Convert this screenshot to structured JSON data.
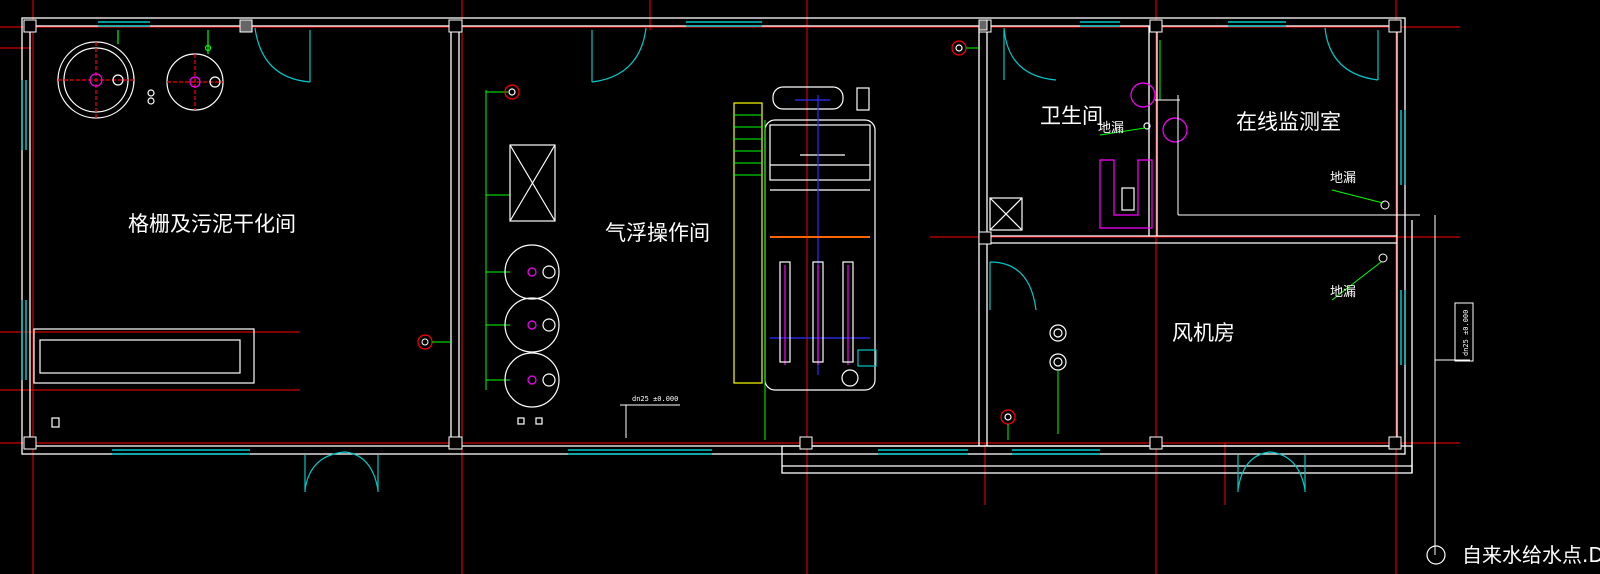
{
  "colors": {
    "background": "#000000",
    "wall": "#ffffff",
    "axis": "#ff0000",
    "window": "#00c8c8",
    "door": "#00c8c8",
    "pipe": "#00ff00",
    "fixture": "#ff00ff",
    "equipment": "#ffffff",
    "blue_line": "#3030ff",
    "orange_line": "#ff6600",
    "stair": "#ffff00"
  },
  "rooms": {
    "screen_sludge": "格栅及污泥干化间",
    "flotation": "气浮操作间",
    "toilet": "卫生间",
    "monitoring": "在线监测室",
    "blower": "风机房"
  },
  "floor_drains": [
    "地漏",
    "地漏",
    "地漏"
  ],
  "pipe_notes": {
    "flotation_pipe": "dn25 ±0.000",
    "right_pipe": "dn25 ±0.000"
  },
  "legend": {
    "symbol": "tap-water-supply-point-icon",
    "text": "自来水给水点.D"
  }
}
